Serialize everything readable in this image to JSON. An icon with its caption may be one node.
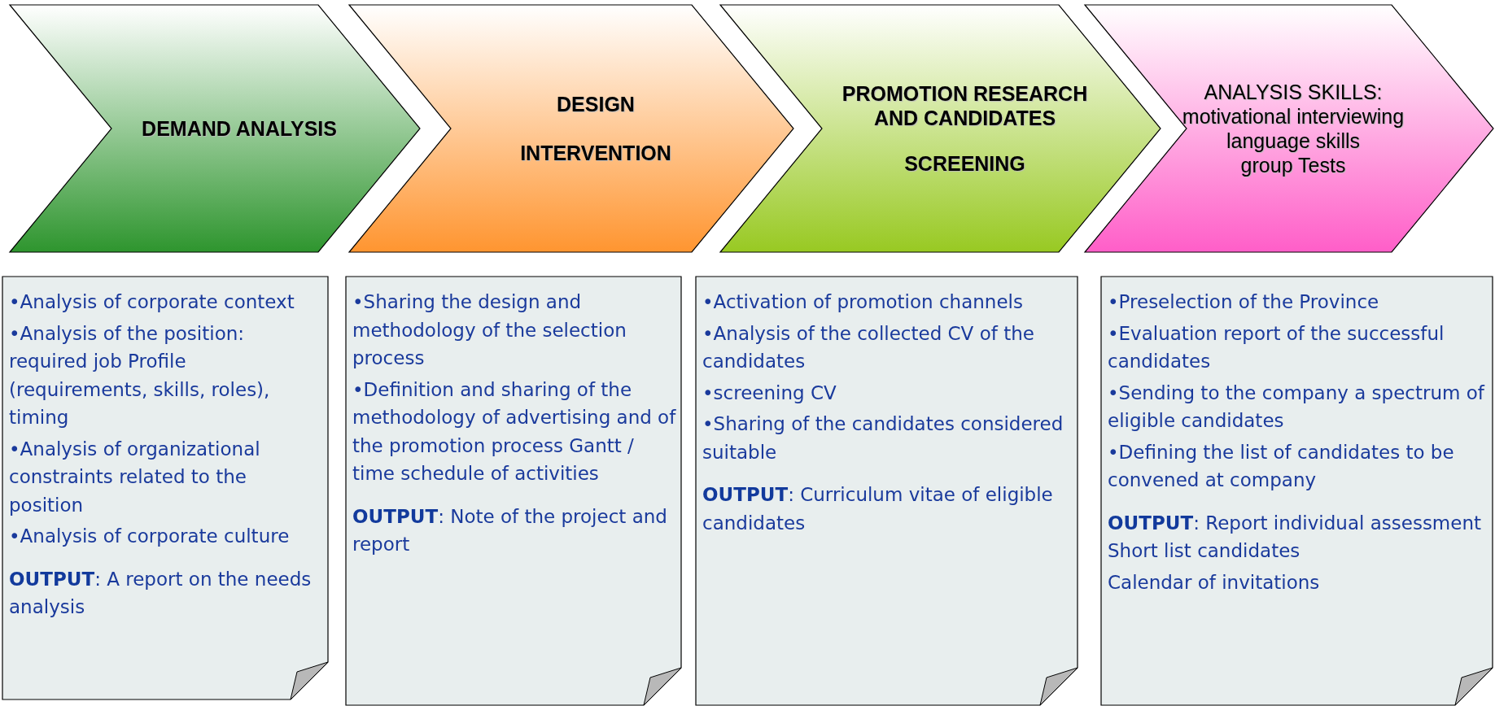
{
  "diagram": {
    "nodes": [
      {
        "text": [
          "DEMAND ANALYSIS"
        ]
      },
      {
        "text": [
          "DESIGN",
          "INTERVENTION"
        ]
      },
      {
        "text": [
          "PROMOTION RESEARCH AND CANDIDATES",
          "SCREENING"
        ]
      },
      {
        "text": [
          "ANALYSIS SKILLS:",
          "motivational interviewing",
          "language skills",
          "group Tests"
        ]
      },
      {
        "text": [
          "•Analysis of corporate context",
          "•Analysis of the position: required job Profile (requirements, skills, roles), timing",
          "•Analysis of organizational constraints related to the position",
          "•Analysis of corporate culture",
          "**OUTPUT**: A report on the needs analysis"
        ]
      },
      {
        "text": [
          "•Sharing the design and methodology of the selection process",
          "•Definition and sharing of the methodology of advertising and of the promotion process Gantt / time schedule of activities",
          "**OUTPUT**: Note of the project and report"
        ]
      },
      {
        "text": [
          "•Activation of promotion channels",
          "•Analysis of the collected CV of the candidates",
          "•screening CV",
          "•Sharing of the candidates considered suitable",
          "**OUTPUT**: Curriculum vitae of eligible candidates"
        ]
      },
      {
        "text": [
          "•Preselection of the Province",
          "•Evaluation report of the successful candidates",
          "•Sending to the company a spectrum of eligible candidates",
          "•Defining the list of candidates to be convened at company",
          "**OUTPUT**: Report individual assessment Short list candidates",
          "Calendar of invitations"
        ]
      }
    ]
  }
}
